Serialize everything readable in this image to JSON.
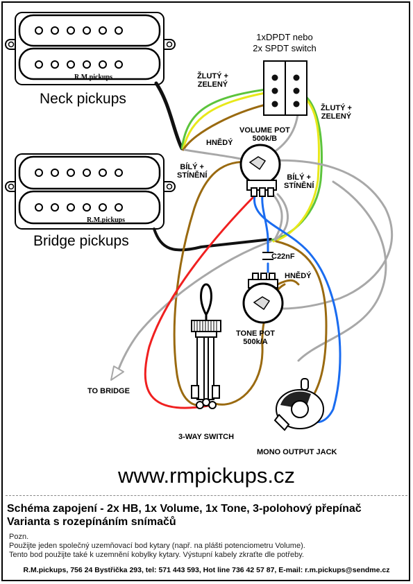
{
  "pickups": {
    "neck_label": "Neck pickups",
    "bridge_label": "Bridge pickups",
    "brand_logo": "R.M.pickups"
  },
  "switch_top": {
    "line1": "1xDPDT nebo",
    "line2": "2x SPDT switch"
  },
  "wires": {
    "yellow_green_left_1": "ŽLUTÝ +",
    "yellow_green_left_2": "ZELENÝ",
    "yellow_green_right_1": "ŽLUTÝ +",
    "yellow_green_right_2": "ZELENÝ",
    "brown_1": "HNĚDÝ",
    "white_shield_left_1": "BÍLÝ +",
    "white_shield_left_2": "STÍNĚNÍ",
    "white_shield_right_1": "BÍLÝ +",
    "white_shield_right_2": "STÍNĚNÍ",
    "brown_2": "HNĚDÝ"
  },
  "volume_pot": {
    "line1": "VOLUME POT",
    "line2": "500k/B"
  },
  "tone_pot": {
    "line1": "TONE POT",
    "line2": "500k/A"
  },
  "capacitor": "C22nF",
  "to_bridge": "TO BRIDGE",
  "three_way": "3-WAY SWITCH",
  "jack": "MONO OUTPUT JACK",
  "website": "www.rmpickups.cz",
  "footer": {
    "title1": "Schéma zapojení - 2x HB, 1x Volume, 1x Tone, 3-polohový přepínač",
    "title2": "Varianta s rozepínáním snímačů",
    "note_label": "Pozn.",
    "note1": "Použijte jeden společný uzemňovací bod kytary (např. na plášti potenciometru Volume).",
    "note2": "Tento bod použijte také k uzemnění kobylky kytary. Výstupní kabely zkraťte dle potřeby.",
    "contact": "R.M.pickups, 756 24 Bystřička 293, tel: 571 443 593, Hot line 736 42 57 87, E-mail: r.m.pickups@sendme.cz"
  },
  "colors": {
    "yellow": "#e8e81a",
    "green": "#5cc43c",
    "brown": "#9a6a10",
    "grey": "#a8a8a8",
    "red": "#f02020",
    "blue": "#1a6cf0",
    "black": "#111111"
  }
}
